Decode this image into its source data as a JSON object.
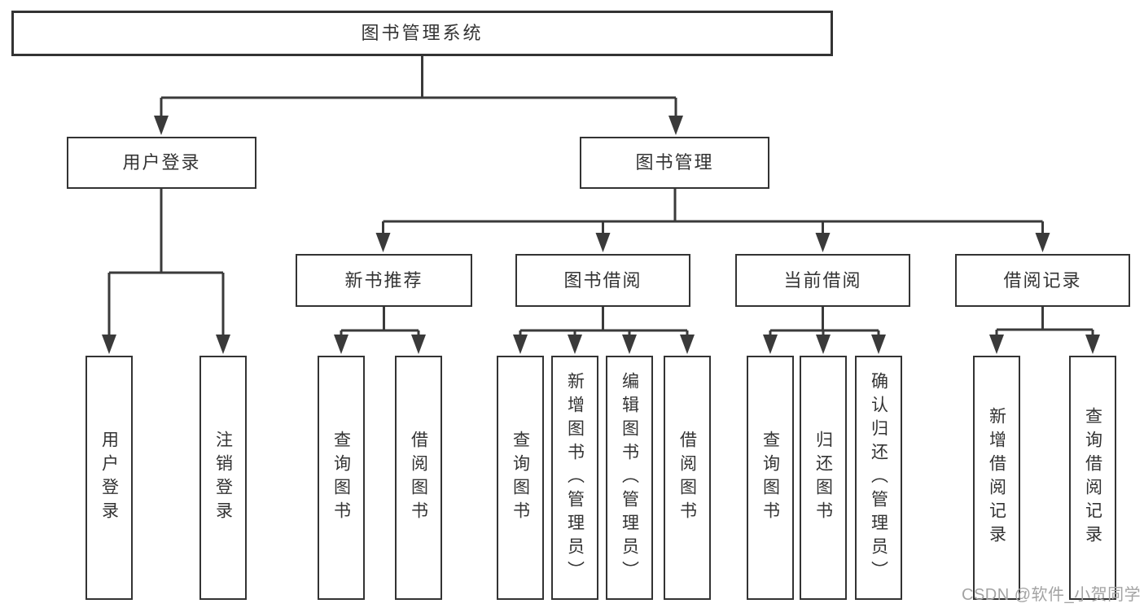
{
  "nodes": {
    "root": "图书管理系统",
    "user_login": "用户登录",
    "book_mgmt": "图书管理",
    "new_books": "新书推荐",
    "book_borrow": "图书借阅",
    "current_borrow": "当前借阅",
    "borrow_records": "借阅记录"
  },
  "leaves": {
    "user_login": [
      "用户登录",
      "注销登录"
    ],
    "new_books": [
      "查询图书",
      "借阅图书"
    ],
    "book_borrow": [
      "查询图书",
      "新增图书（管理员）",
      "编辑图书（管理员）",
      "借阅图书"
    ],
    "current_borrow": [
      "查询图书",
      "归还图书",
      "确认归还（管理员）"
    ],
    "borrow_records": [
      "新增借阅记录",
      "查询借阅记录"
    ]
  },
  "watermark": "CSDN @软件_小贺同学",
  "colors": {
    "line": "#3a3a3a",
    "border": "#333333",
    "text": "#333333",
    "watermark": "#a3a3a3",
    "background": "#ffffff"
  }
}
